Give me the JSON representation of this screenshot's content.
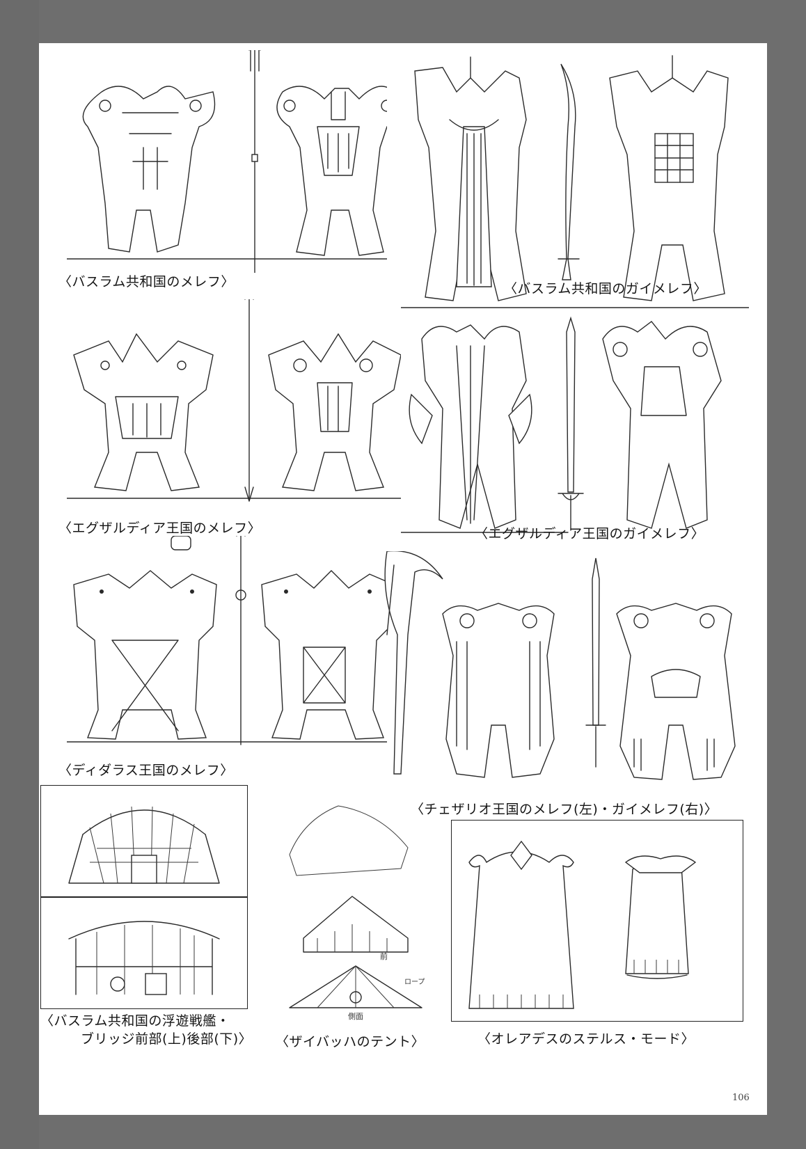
{
  "page_number": "106",
  "captions": {
    "c1": "〈バスラム共和国のメレフ〉",
    "c2": "〈バスラム共和国のガイメレフ〉",
    "c3": "〈エグザルディア王国のメレフ〉",
    "c4": "〈エグザルディア王国のガイメレフ〉",
    "c5": "〈ディダラス王国のメレフ〉",
    "c6": "〈チェザリオ王国のメレフ(左)・ガイメレフ(右)〉",
    "c7a": "〈バスラム共和国の浮遊戦艦・",
    "c7b": "ブリッジ前部(上)後部(下)〉",
    "c8": "〈ザイバッハのテント〉",
    "c9": "〈オレアデスのステルス・モード〉"
  },
  "annotations": {
    "side": "前",
    "view": "側面",
    "rope": "ロープ"
  }
}
